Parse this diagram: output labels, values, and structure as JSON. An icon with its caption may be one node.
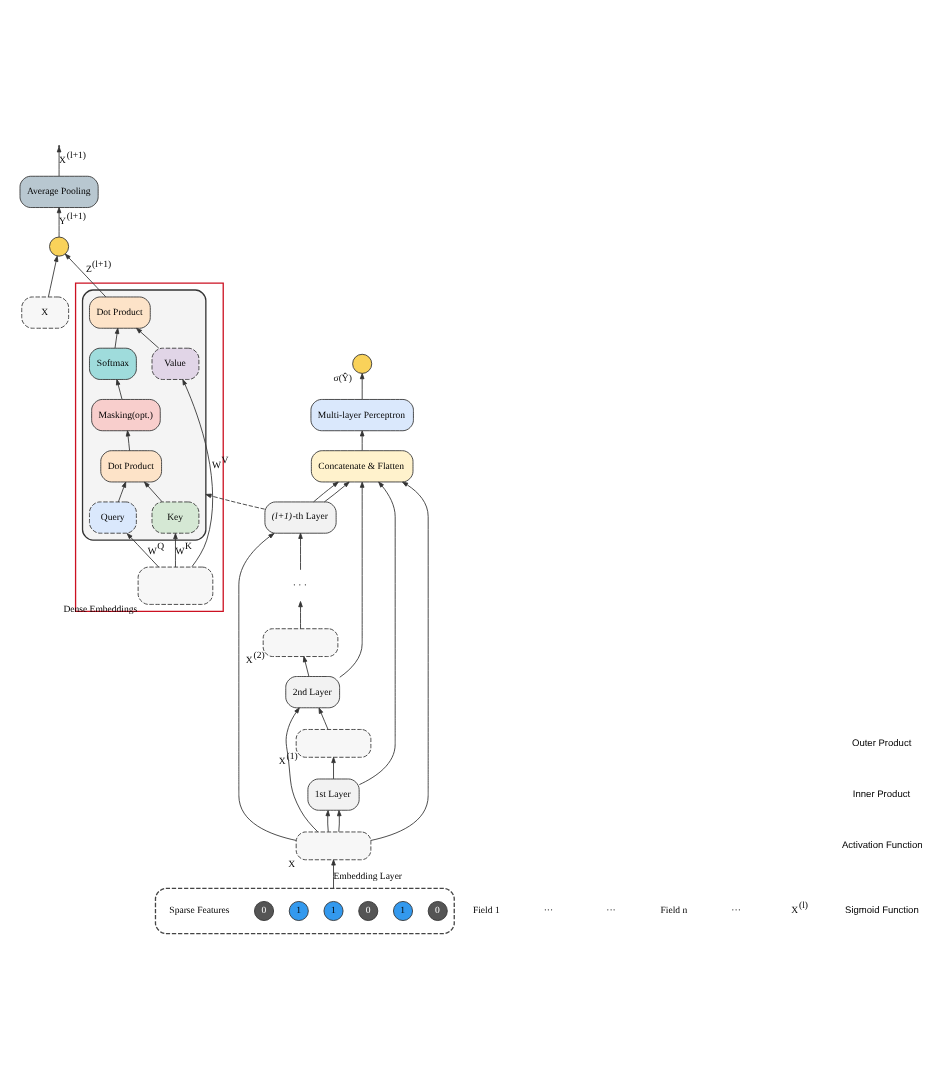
{
  "diagram": {
    "nodes": [
      {
        "text": [],
        "shape": "circle",
        "beside": [
          "σ(Ŷ)"
        ]
      },
      {
        "text": [
          "Multi-layer Perceptron"
        ]
      },
      {
        "text": [
          "Concatenate & Flatten"
        ]
      },
      {
        "text": [
          "*(l+1)*-th Layer"
        ]
      },
      {
        "text": [
          "· · ·"
        ]
      },
      {
        "text": [],
        "shape": "box",
        "beside": [
          "X$^{(2)}$"
        ]
      },
      {
        "text": [
          "2nd Layer"
        ]
      },
      {
        "text": [],
        "shape": "box",
        "beside": [
          "X$^{(1)}$"
        ]
      },
      {
        "text": [
          "1st Layer"
        ]
      },
      {
        "text": [],
        "shape": "box",
        "beside": [
          "X"
        ]
      },
      {
        "text": [],
        "shape": "box",
        "beside": [
          "Sparse Features"
        ]
      },
      {
        "text": [
          "0"
        ],
        "in": 10
      },
      {
        "text": [
          "1"
        ],
        "in": 10
      },
      {
        "text": [
          "0"
        ],
        "in": 10
      },
      {
        "text": [
          "1"
        ],
        "in": 10
      },
      {
        "text": [
          "1"
        ],
        "in": 10
      },
      {
        "text": [
          "0"
        ],
        "in": 10
      },
      {
        "text": [],
        "shape": "box"
      },
      {
        "text": [],
        "shape": "box",
        "in": 17
      },
      {
        "text": [
          "Dot Product"
        ],
        "in": 18
      },
      {
        "text": [
          "Softmax"
        ],
        "in": 18
      },
      {
        "text": [
          "Masking(opt.)"
        ],
        "in": 18
      },
      {
        "text": [
          "Dot Product"
        ],
        "in": 18
      },
      {
        "text": [
          "Query"
        ],
        "in": 18
      },
      {
        "text": [
          "Key"
        ],
        "in": 18
      },
      {
        "text": [
          "Value"
        ],
        "in": 18
      },
      {
        "text": [],
        "shape": "box",
        "in": 17,
        "beside": [
          "Dense Embeddings"
        ]
      },
      {
        "text": [],
        "shape": "circle"
      },
      {
        "text": [
          "X"
        ]
      },
      {
        "text": [
          "Average Pooling"
        ]
      }
    ],
    "edges": [
      {
        "from": 1,
        "to": 0,
        "arrow": "to"
      },
      {
        "from": 2,
        "to": 1,
        "arrow": "to"
      },
      {
        "from": 3,
        "to": 2,
        "arrow": "to"
      },
      {
        "from": 4,
        "to": 3,
        "arrow": "to"
      },
      {
        "from": 5,
        "to": 4,
        "arrow": "to"
      },
      {
        "from": 6,
        "to": 5,
        "arrow": "to"
      },
      {
        "from": 7,
        "to": 6,
        "arrow": "to"
      },
      {
        "from": 8,
        "to": 7,
        "arrow": "to"
      },
      {
        "from": 9,
        "to": 8,
        "arrow": "to"
      },
      {
        "from": 10,
        "to": 9,
        "arrow": "to",
        "label": "Embedding Layer"
      },
      {
        "from": 9,
        "to": 8,
        "arrow": "to"
      },
      {
        "from": 9,
        "to": 6,
        "arrow": "to"
      },
      {
        "from": 9,
        "to": 3,
        "arrow": "to"
      },
      {
        "from": 9,
        "to": 2,
        "arrow": "to"
      },
      {
        "from": 8,
        "to": 2,
        "arrow": "to"
      },
      {
        "from": 6,
        "to": 2,
        "arrow": "to"
      },
      {
        "from": 3,
        "to": 2,
        "arrow": "to"
      },
      {
        "from": 3,
        "to": 18,
        "arrow": "to",
        "style": "dashed"
      },
      {
        "from": 26,
        "to": 23,
        "arrow": "to",
        "label": "W$^{Q}$"
      },
      {
        "from": 26,
        "to": 24,
        "arrow": "to",
        "label": "W$^{K}$"
      },
      {
        "from": 26,
        "to": 25,
        "arrow": "to",
        "label": "W$^{V}$"
      },
      {
        "from": 23,
        "to": 22,
        "arrow": "to"
      },
      {
        "from": 24,
        "to": 22,
        "arrow": "to"
      },
      {
        "from": 22,
        "to": 21,
        "arrow": "to"
      },
      {
        "from": 21,
        "to": 20,
        "arrow": "to"
      },
      {
        "from": 20,
        "to": 19,
        "arrow": "to"
      },
      {
        "from": 25,
        "to": 19,
        "arrow": "to"
      },
      {
        "from": 19,
        "to": 27,
        "arrow": "to",
        "label": "Z$^{(l+1)}$"
      },
      {
        "from": 28,
        "to": 27,
        "arrow": "to"
      },
      {
        "from": 27,
        "to": 29,
        "arrow": "to",
        "label": "Y$^{(l+1)}$"
      },
      {
        "from": 29,
        "to": null,
        "arrow": "to",
        "label": "X$^{(l+1)}$"
      }
    ],
    "labels": [
      "Field 1",
      "···",
      "···",
      "Field n",
      "···",
      "X$^{(l)}$"
    ],
    "legend": [
      {
        "text": "Outer Product"
      },
      {
        "text": "Inner Product"
      },
      {
        "text": "Activation Function"
      },
      {
        "text": "Sigmoid Function"
      }
    ]
  }
}
